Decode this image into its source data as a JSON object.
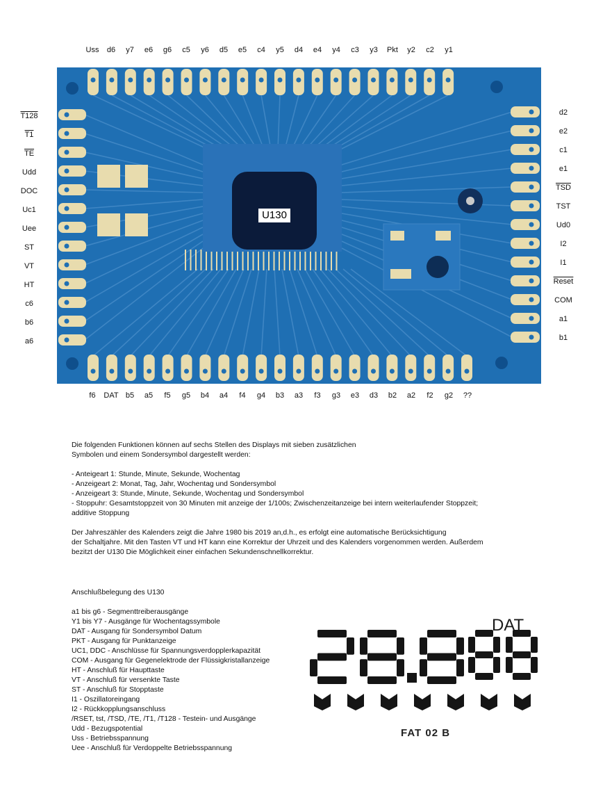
{
  "pins": {
    "top": [
      "Uss",
      "d6",
      "y7",
      "e6",
      "g6",
      "c5",
      "y6",
      "d5",
      "e5",
      "c4",
      "y5",
      "d4",
      "e4",
      "y4",
      "c3",
      "y3",
      "Pkt",
      "y2",
      "c2",
      "y1"
    ],
    "bottom": [
      "f6",
      "DAT",
      "b5",
      "a5",
      "f5",
      "g5",
      "b4",
      "a4",
      "f4",
      "g4",
      "b3",
      "a3",
      "f3",
      "g3",
      "e3",
      "d3",
      "b2",
      "a2",
      "f2",
      "g2",
      "??"
    ],
    "left": [
      "T128",
      "T1",
      "TE",
      "Udd",
      "DOC",
      "Uc1",
      "Uee",
      "ST",
      "VT",
      "HT",
      "c6",
      "b6",
      "a6"
    ],
    "right": [
      "d2",
      "e2",
      "c1",
      "e1",
      "TSD",
      "TST",
      "Ud0",
      "I2",
      "I1",
      "Reset",
      "COM",
      "a1",
      "b1"
    ]
  },
  "chip_label": "U130",
  "intro": {
    "line1": "Die folgenden Funktionen können auf sechs Stellen des Displays mit sieben zusätzlichen",
    "line2": "Symbolen und einem Sondersymbol dargestellt werden:"
  },
  "modes": [
    "- Anteigeart 1: Stunde, Minute, Sekunde, Wochentag",
    "- Anzeigeart 2: Monat, Tag, Jahr, Wochentag und Sondersymbol",
    "- Anzeigeart 3: Stunde, Minute, Sekunde, Wochentag und Sondersymbol",
    "- Stoppuhr: Gesamtstoppzeit von 30 Minuten mit anzeige der 1/100s; Zwischenzeitanzeige bei intern weiterlaufender Stoppzeit;",
    "additive Stoppung"
  ],
  "calendar": [
    "Der Jahreszähler des Kalenders zeigt die Jahre 1980 bis 2019 an,d.h., es erfolgt eine automatische Berücksichtigung",
    "der Schaltjahre. Mit den Tasten VT und HT kann eine Korrektur der Uhrzeit und des Kalenders vorgenommen werden. Außerdem",
    "bezitzt der U130 Die Möglichkeit einer einfachen Sekundenschnellkorrektur."
  ],
  "pinout_title": "Anschlußbelegung des U130",
  "pinout": [
    "a1 bis g6 - Segmenttreiberausgänge",
    "Y1 bis Y7 - Ausgänge für Wochentagssymbole",
    "DAT - Ausgang für Sondersymbol Datum",
    "PKT - Ausgang für Punktanzeige",
    "UC1, DDC - Anschlüsse für Spannungsverdopplerkapazität",
    "COM - Ausgang für Gegenelektrode der Flüssigkristallanzeige",
    "HT - Anschluß für Haupttaste",
    "VT - Anschluß für versenkte Taste",
    "ST - Anschluß für Stopptaste",
    "I1 - Oszillatoreingang",
    "I2 - Rückkopplungsanschluss",
    "/RSET, tst, /TSD, /TE, /T1, /T128 - Testein- und Ausgänge",
    "Udd - Bezugspotential",
    "Uss - Betriebsspannung",
    "Uee - Anschluß für Verdoppelte Betriebsspannung"
  ],
  "lcd": {
    "dat_label": "DAT",
    "code_label": "FAT 02 B"
  },
  "colors": {
    "board": "#1f6fb3",
    "trace": "#3f86c4",
    "pad": "#e8dcae",
    "chip": "#0b1b3a"
  }
}
